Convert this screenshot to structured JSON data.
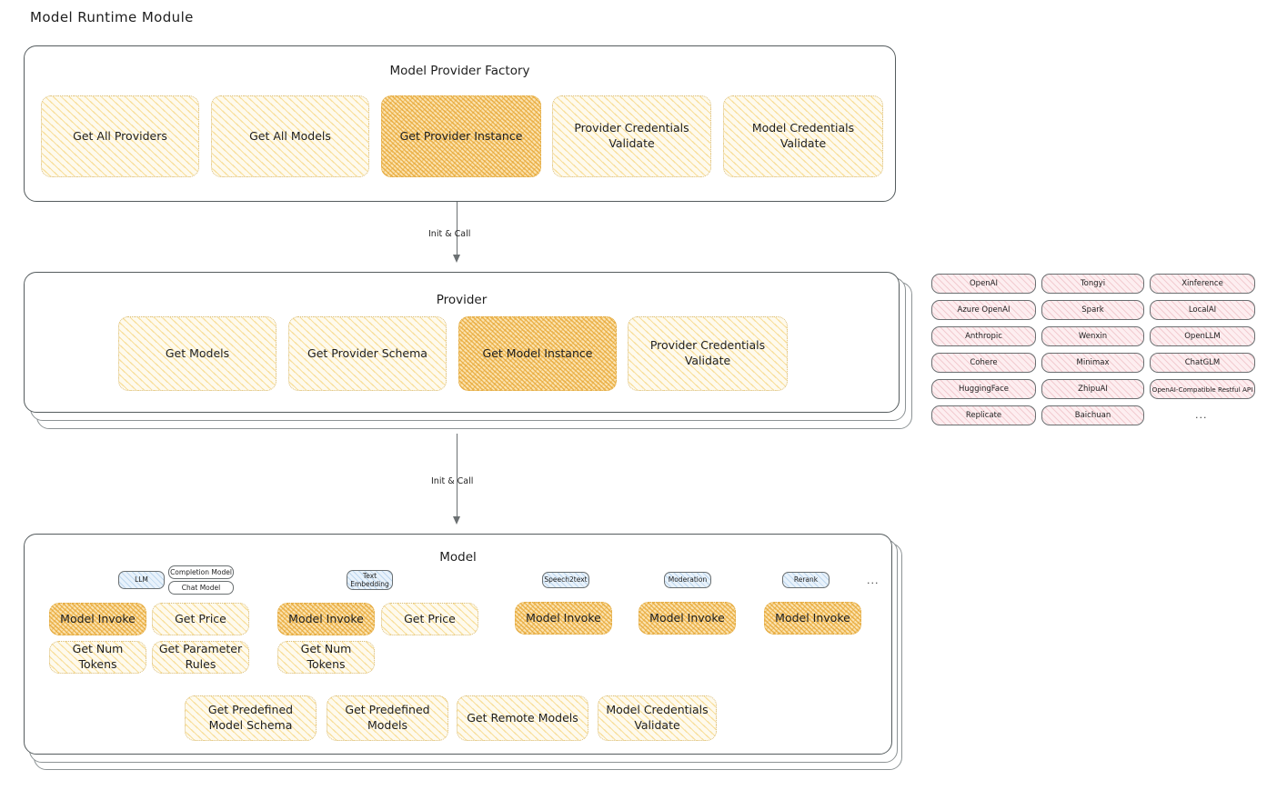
{
  "page": {
    "title": "Model Runtime Module"
  },
  "factory": {
    "title": "Model Provider Factory",
    "methods": [
      {
        "label": "Get All Providers",
        "highlight": false
      },
      {
        "label": "Get All Models",
        "highlight": false
      },
      {
        "label": "Get Provider Instance",
        "highlight": true
      },
      {
        "label": "Provider Credentials Validate",
        "highlight": false
      },
      {
        "label": "Model Credentials Validate",
        "highlight": false
      }
    ]
  },
  "arrows": [
    {
      "label": "Init & Call"
    },
    {
      "label": "Init & Call"
    }
  ],
  "provider": {
    "title": "Provider",
    "methods": [
      {
        "label": "Get Models",
        "highlight": false
      },
      {
        "label": "Get Provider Schema",
        "highlight": false
      },
      {
        "label": "Get Model Instance",
        "highlight": true
      },
      {
        "label": "Provider Credentials Validate",
        "highlight": false
      }
    ]
  },
  "provider_list": {
    "columns": [
      {
        "items": [
          "OpenAI",
          "Azure OpenAI",
          "Anthropic",
          "Cohere",
          "HuggingFace",
          "Replicate"
        ]
      },
      {
        "items": [
          "Tongyi",
          "Spark",
          "Wenxin",
          "Minimax",
          "ZhipuAI",
          "Baichuan"
        ]
      },
      {
        "items": [
          "Xinference",
          "LocalAI",
          "OpenLLM",
          "ChatGLM",
          "OpenAI-Compatible Restful API"
        ]
      }
    ],
    "more": "..."
  },
  "model": {
    "title": "Model",
    "more": "...",
    "groups": [
      {
        "tag": "LLM",
        "tag_style": "blue",
        "subtags": [
          "Completion Model",
          "Chat Model"
        ],
        "methods": [
          {
            "label": "Model Invoke",
            "highlight": true
          },
          {
            "label": "Get Price",
            "highlight": false
          },
          {
            "label": "Get Num Tokens",
            "highlight": false
          },
          {
            "label": "Get Parameter Rules",
            "highlight": false
          }
        ]
      },
      {
        "tag": "Text Embedding",
        "tag_style": "blue",
        "subtags": [],
        "methods": [
          {
            "label": "Model Invoke",
            "highlight": true
          },
          {
            "label": "Get Price",
            "highlight": false
          },
          {
            "label": "Get Num Tokens",
            "highlight": false
          }
        ]
      },
      {
        "tag": "Speech2text",
        "tag_style": "blue",
        "subtags": [],
        "methods": [
          {
            "label": "Model Invoke",
            "highlight": true
          }
        ]
      },
      {
        "tag": "Moderation",
        "tag_style": "blue",
        "subtags": [],
        "methods": [
          {
            "label": "Model Invoke",
            "highlight": true
          }
        ]
      },
      {
        "tag": "Rerank",
        "tag_style": "blue",
        "subtags": [],
        "methods": [
          {
            "label": "Model Invoke",
            "highlight": true
          }
        ]
      }
    ],
    "common_methods": [
      {
        "label": "Get Predefined Model Schema"
      },
      {
        "label": "Get Predefined Models"
      },
      {
        "label": "Get Remote Models"
      },
      {
        "label": "Model Credentials Validate"
      }
    ]
  }
}
